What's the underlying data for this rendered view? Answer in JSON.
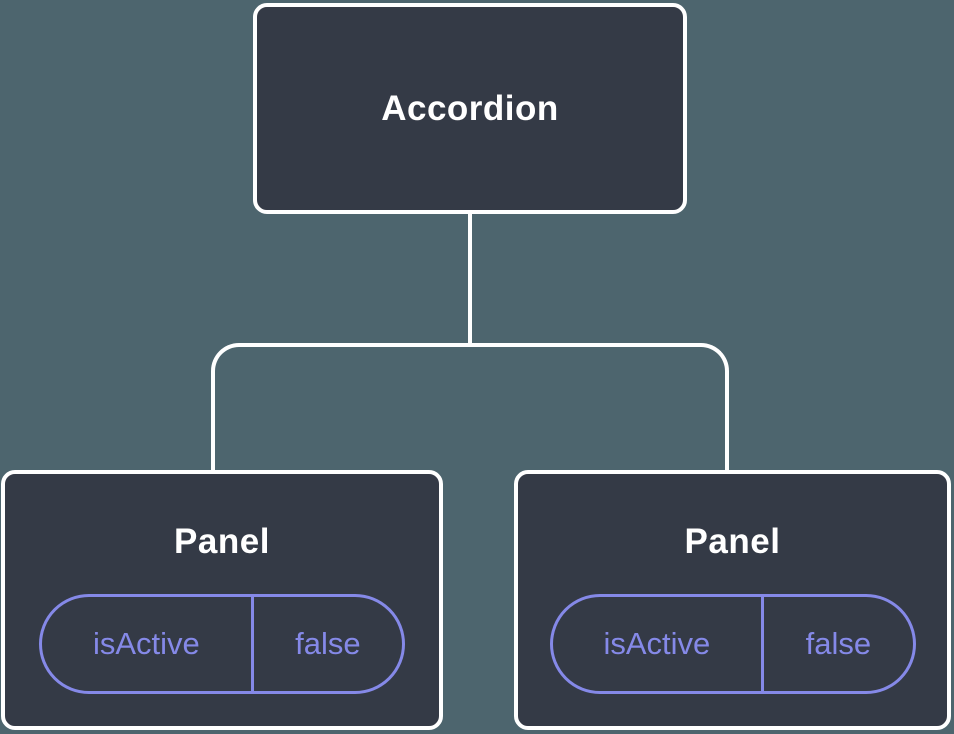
{
  "diagram": {
    "type": "component-tree",
    "root": {
      "label": "Accordion"
    },
    "panels": [
      {
        "title": "Panel",
        "state": {
          "key": "isActive",
          "value": "false"
        }
      },
      {
        "title": "Panel",
        "state": {
          "key": "isActive",
          "value": "false"
        }
      }
    ],
    "colors": {
      "background": "#4D656E",
      "node_fill": "#343A46",
      "node_border": "#FFFFFF",
      "node_text": "#FFFFFF",
      "state_accent": "#8589E8"
    }
  }
}
